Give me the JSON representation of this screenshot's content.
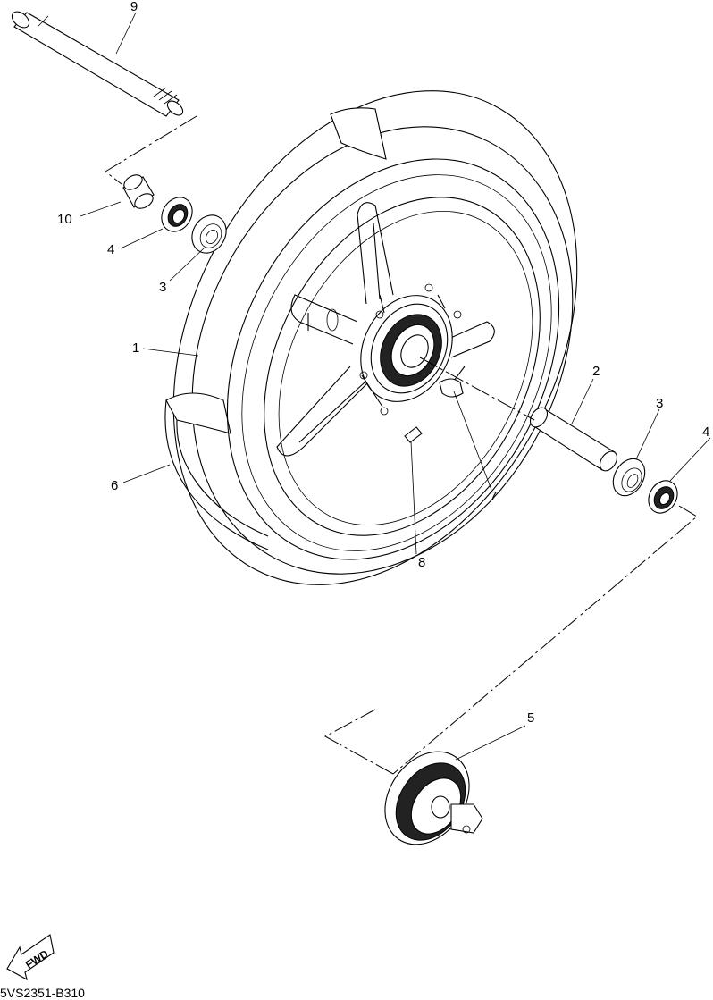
{
  "diagram": {
    "callouts": [
      {
        "id": "c1",
        "label": "1"
      },
      {
        "id": "c2",
        "label": "2"
      },
      {
        "id": "c3a",
        "label": "3"
      },
      {
        "id": "c3b",
        "label": "3"
      },
      {
        "id": "c4a",
        "label": "4"
      },
      {
        "id": "c4b",
        "label": "4"
      },
      {
        "id": "c5",
        "label": "5"
      },
      {
        "id": "c6",
        "label": "6"
      },
      {
        "id": "c7",
        "label": "7"
      },
      {
        "id": "c8",
        "label": "8"
      },
      {
        "id": "c9",
        "label": "9"
      },
      {
        "id": "c10",
        "label": "10"
      }
    ],
    "fwd_label": "FWD",
    "drawing_code": "5VS2351-B310"
  }
}
